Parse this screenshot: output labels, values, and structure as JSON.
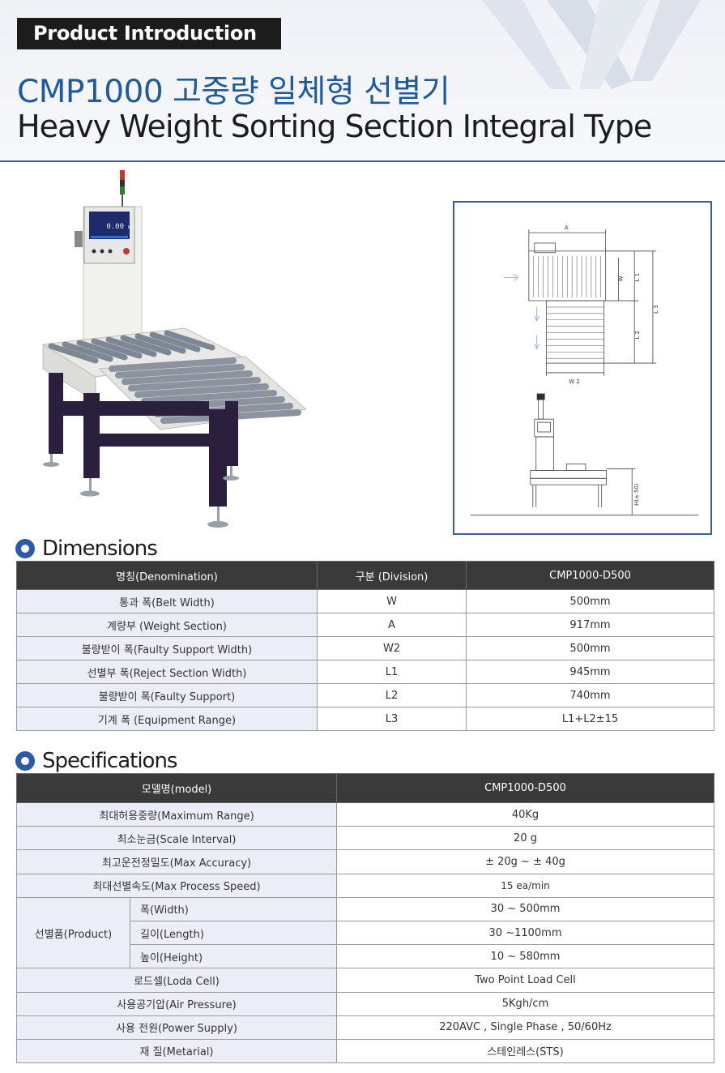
{
  "header": {
    "badge": "Product Introduction",
    "title_ko": "CMP1000 고중량 일체형 선별기",
    "title_en": "Heavy Weight Sorting Section Integral Type"
  },
  "photo": {
    "display_value": "0.00",
    "display_unit": "kg"
  },
  "drawing": {
    "labels": {
      "a": "A",
      "w": "W",
      "l1": "L 1",
      "l2": "L 2",
      "l3": "L 3",
      "w2": "W 2",
      "h": "H(± 50)"
    }
  },
  "dimensions": {
    "title": "Dimensions",
    "headers": [
      "명칭(Denomination)",
      "구분 (Division)",
      "CMP1000-D500"
    ],
    "rows": [
      [
        "통과 폭(Belt Width)",
        "W",
        "500mm"
      ],
      [
        "계량부 (Weight Section)",
        "A",
        "917mm"
      ],
      [
        "불량받이 폭(Faulty Support Width)",
        "W2",
        "500mm"
      ],
      [
        "선별부 폭(Reject Section Width)",
        "L1",
        "945mm"
      ],
      [
        "불량받이 폭(Faulty Support)",
        "L2",
        "740mm"
      ],
      [
        "기계 폭 (Equipment Range)",
        "L3",
        "L1+L2±15"
      ]
    ]
  },
  "specifications": {
    "title": "Specifications",
    "headers": [
      "모델명(model)",
      "CMP1000-D500"
    ],
    "rows_top": [
      [
        "최대허용중량(Maximum Range)",
        "40Kg"
      ],
      [
        "최소눈금(Scale Interval)",
        "20 g"
      ],
      [
        "최고운전정밀도(Max Accuracy)",
        "± 20g ~ ± 40g"
      ],
      [
        "최대선별속도(Max Process Speed)",
        "15 ea/min"
      ]
    ],
    "product_group": "선별품(Product)",
    "product_rows": [
      [
        "폭(Width)",
        "30 ~ 500mm"
      ],
      [
        "길이(Length)",
        "30 ~1100mm"
      ],
      [
        "높이(Height)",
        "10 ~ 580mm"
      ]
    ],
    "rows_bottom": [
      [
        "로드셀(Loda Cell)",
        "Two Point Load Cell"
      ],
      [
        "사용공기압(Air Pressure)",
        "5Kgh/cm"
      ],
      [
        "사용 전원(Power Supply)",
        "220AVC , Single Phase , 50/60Hz"
      ],
      [
        "재 질(Metarial)",
        "스테인레스(STS)"
      ]
    ]
  },
  "colors": {
    "accent": "#1f5a9c",
    "border": "#3a5f9e",
    "header_dark": "#3a3a3a",
    "label_bg": "#eceef7"
  }
}
